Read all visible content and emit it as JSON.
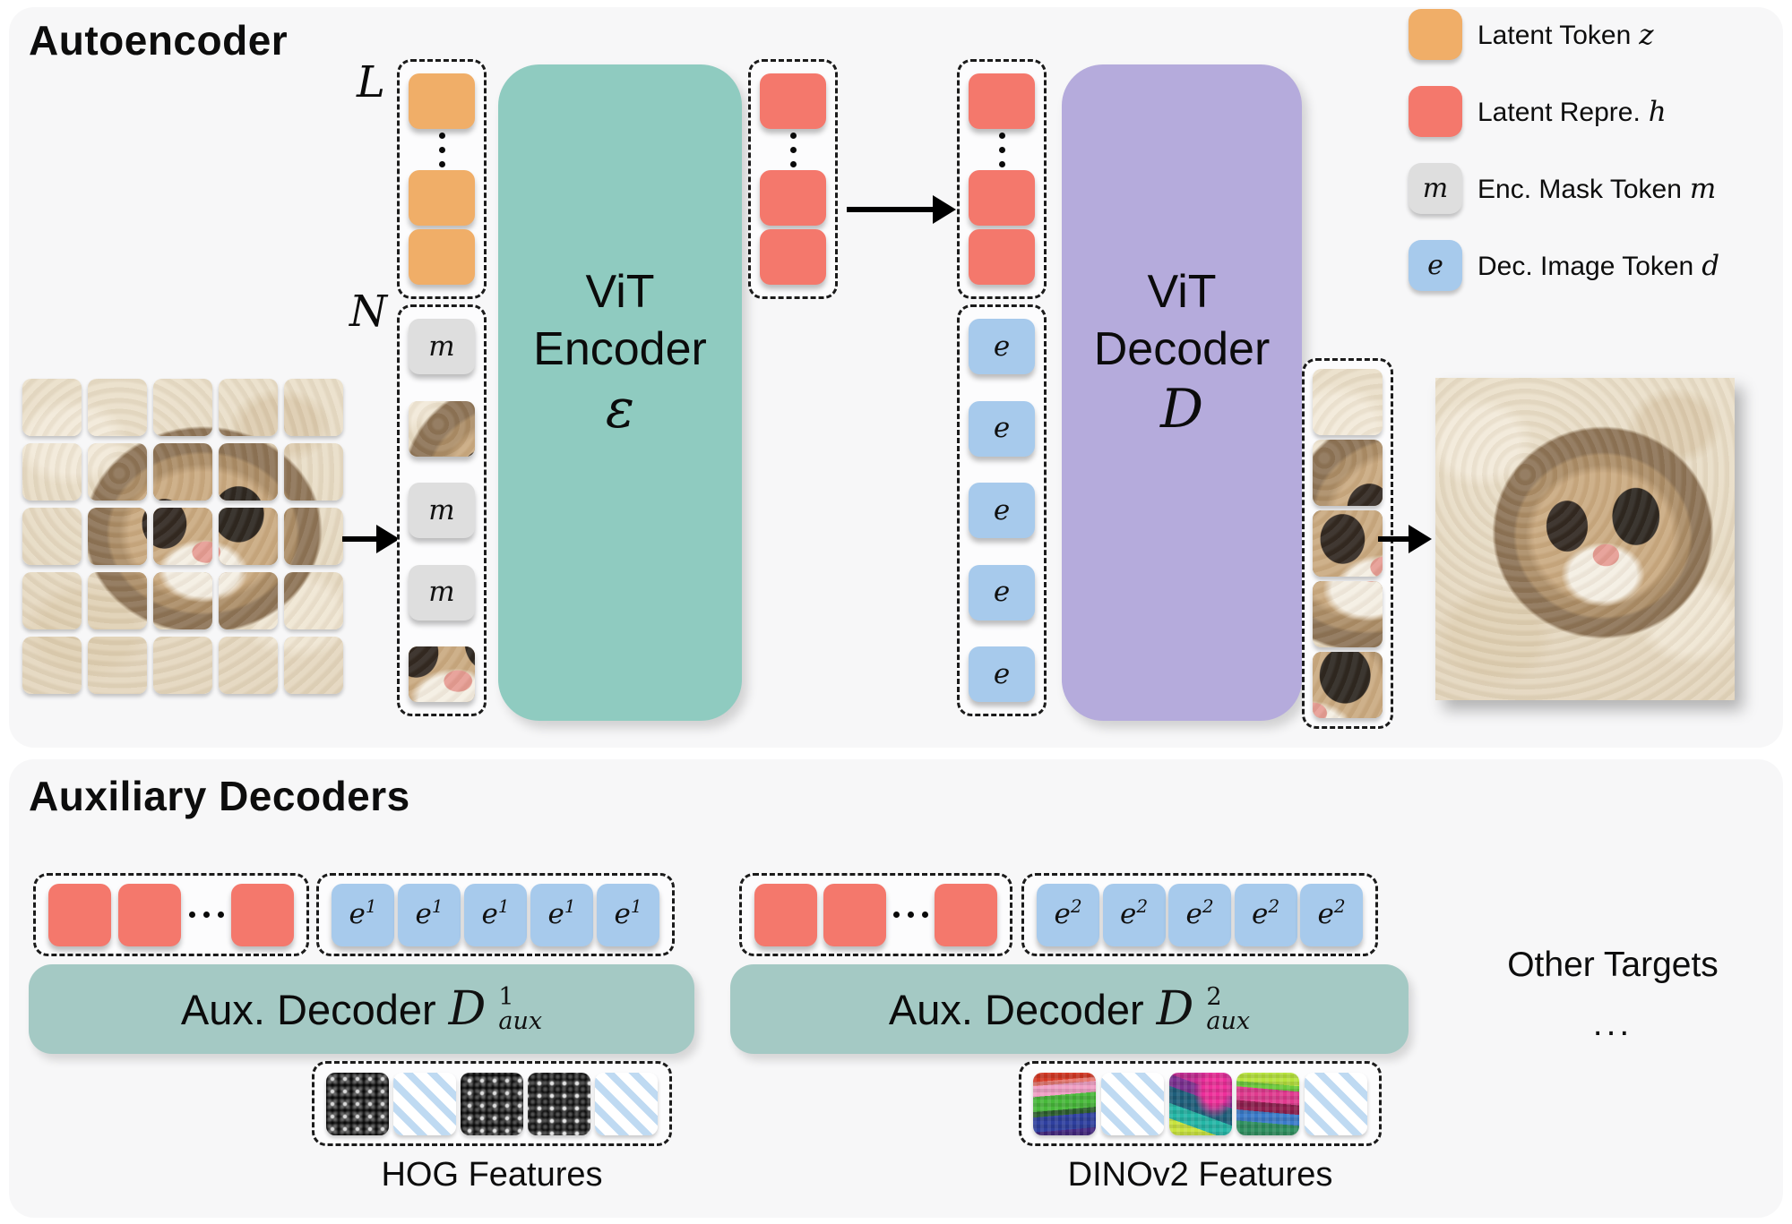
{
  "colors": {
    "latent_token": "#F0AE68",
    "latent_repre": "#F4786C",
    "enc_mask_token": "#DEDEDE",
    "dec_image_token": "#A7CAEC",
    "encoder_block": "#8FCBC0",
    "decoder_block": "#B5ABDC",
    "aux_decoder_block": "#A4C9C4",
    "panel_background": "#F7F7F8"
  },
  "autoencoder": {
    "title": "Autoencoder",
    "latent_count_label": "L",
    "patch_count_label": "N",
    "encoder": {
      "line1": "ViT",
      "line2": "Encoder",
      "symbol": "ε"
    },
    "decoder": {
      "line1": "ViT",
      "line2": "Decoder",
      "symbol": "D"
    },
    "mask_token_letter": "m",
    "image_token_letter": "e",
    "legend": [
      {
        "swatch_letter": "",
        "label": "Latent Token",
        "symbol": "z"
      },
      {
        "swatch_letter": "",
        "label": "Latent Repre.",
        "symbol": "h"
      },
      {
        "swatch_letter": "m",
        "label": "Enc. Mask Token",
        "symbol": "m"
      },
      {
        "swatch_letter": "e",
        "label": "Dec. Image Token",
        "symbol": "d"
      }
    ]
  },
  "auxiliary": {
    "title": "Auxiliary Decoders",
    "groups": [
      {
        "token_letter": "e",
        "token_sup": "1",
        "decoder_prefix": "Aux. Decoder",
        "decoder_symbol": "D",
        "decoder_sup": "1",
        "decoder_sub": "aux",
        "features_label": "HOG Features"
      },
      {
        "token_letter": "e",
        "token_sup": "2",
        "decoder_prefix": "Aux. Decoder",
        "decoder_symbol": "D",
        "decoder_sup": "2",
        "decoder_sub": "aux",
        "features_label": "DINOv2 Features"
      }
    ],
    "other_targets_label": "Other Targets",
    "other_targets_ellipsis": "..."
  }
}
